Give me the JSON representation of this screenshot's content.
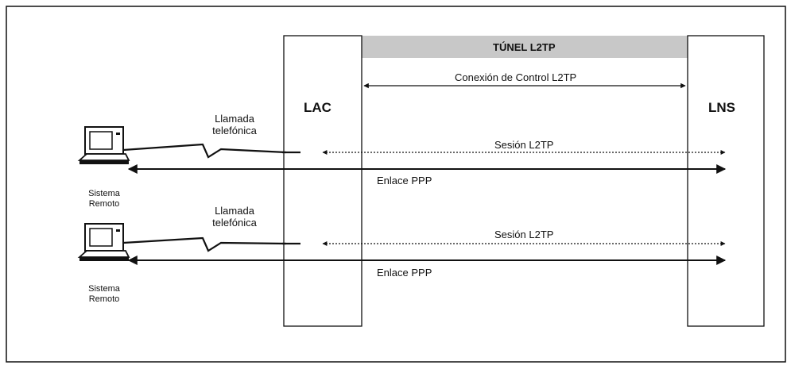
{
  "diagram": {
    "tunnel_label": "TÚNEL L2TP",
    "control_label": "Conexión de Control L2TP",
    "lac_label": "LAC",
    "lns_label": "LNS",
    "remote_systems": [
      {
        "call_label_1": "Llamada",
        "call_label_2": "telefónica",
        "session_label": "Sesión  L2TP",
        "ppp_label": "Enlace PPP",
        "system_label_1": "Sistema",
        "system_label_2": "Remoto"
      },
      {
        "call_label_1": "Llamada",
        "call_label_2": "telefónica",
        "session_label": "Sesión  L2TP",
        "ppp_label": "Enlace PPP",
        "system_label_1": "Sistema",
        "system_label_2": "Remoto"
      }
    ],
    "colors": {
      "line": "#111111",
      "tunnel_bar": "#c8c8c8",
      "background": "#ffffff"
    }
  }
}
